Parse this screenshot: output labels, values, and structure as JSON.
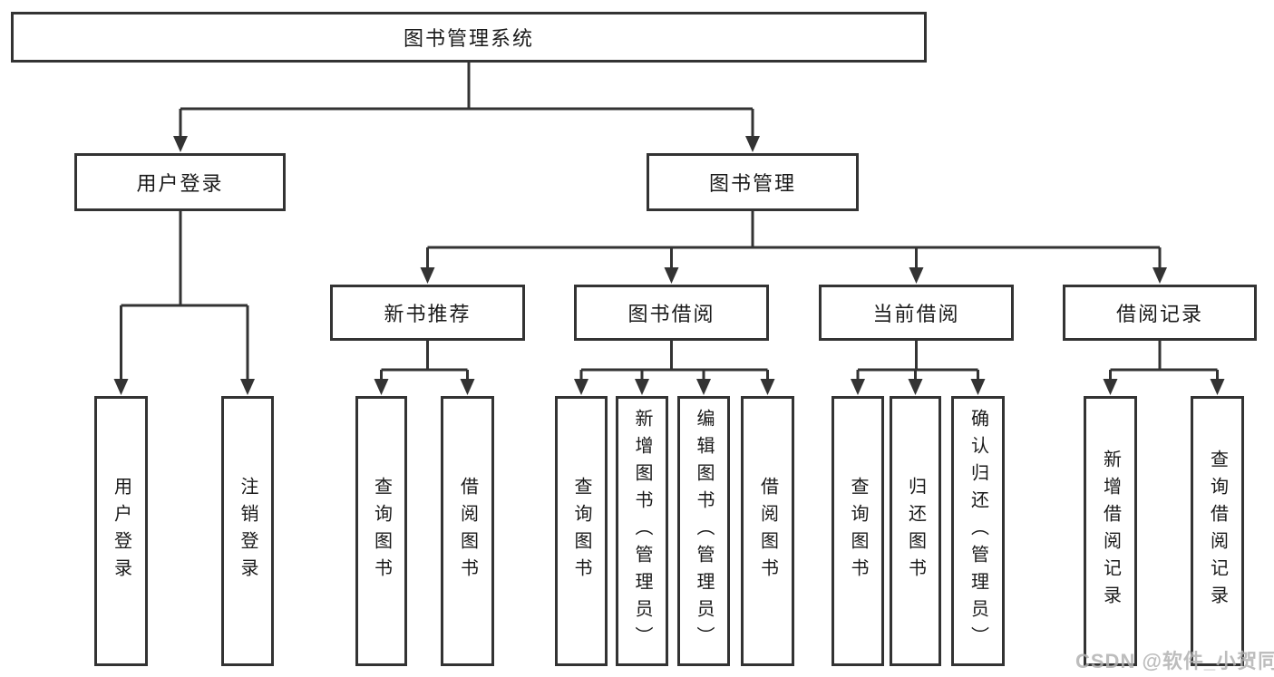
{
  "tree": {
    "root": {
      "label": "图书管理系统"
    },
    "branches": [
      {
        "label": "用户登录",
        "children": [
          {
            "label": "用户登录"
          },
          {
            "label": "注销登录"
          }
        ]
      },
      {
        "label": "图书管理",
        "children": [
          {
            "label": "新书推荐",
            "children": [
              {
                "label": "查询图书"
              },
              {
                "label": "借阅图书"
              }
            ]
          },
          {
            "label": "图书借阅",
            "children": [
              {
                "label": "查询图书"
              },
              {
                "label": "新增图书（管理员）"
              },
              {
                "label": "编辑图书（管理员）"
              },
              {
                "label": "借阅图书"
              }
            ]
          },
          {
            "label": "当前借阅",
            "children": [
              {
                "label": "查询图书"
              },
              {
                "label": "归还图书"
              },
              {
                "label": "确认归还（管理员）"
              }
            ]
          },
          {
            "label": "借阅记录",
            "children": [
              {
                "label": "新增借阅记录"
              },
              {
                "label": "查询借阅记录"
              }
            ]
          }
        ]
      }
    ]
  },
  "watermark": {
    "text": "CSDN @软件_小贺同学"
  },
  "colors": {
    "line": "#333333",
    "text": "#1a1a1a",
    "box_bg": "#ffffff",
    "background": "#ffffff",
    "watermark": "#b2b2b2"
  }
}
